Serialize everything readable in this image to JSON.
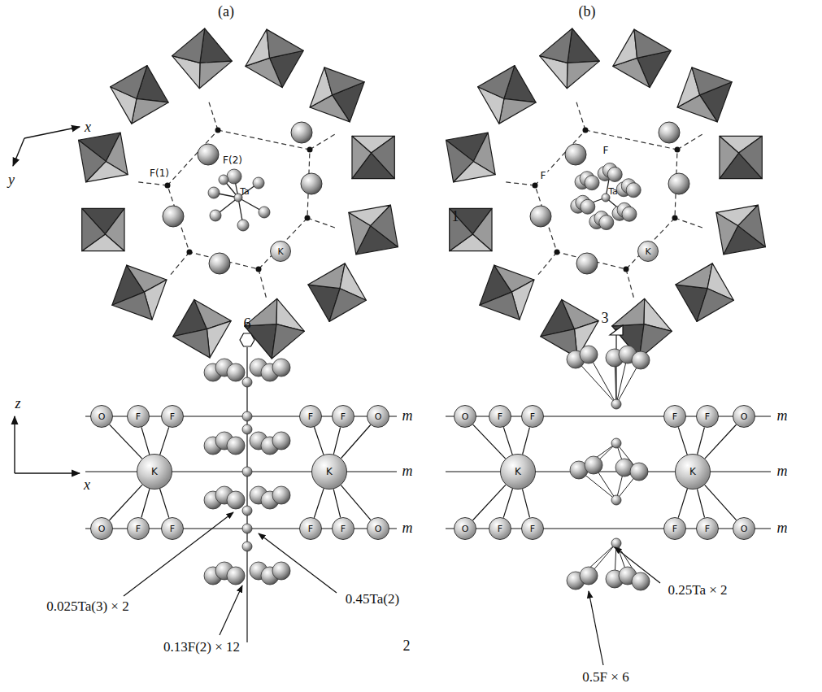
{
  "diagram": {
    "nodes": [
      {
        "text": [
          "K"
        ]
      },
      {
        "text": [
          "K"
        ]
      },
      {
        "text": [
          "O"
        ]
      },
      {
        "text": [
          "F"
        ]
      },
      {
        "text": [
          "F"
        ]
      },
      {
        "text": [
          "F"
        ]
      },
      {
        "text": [
          "F"
        ]
      },
      {
        "text": [
          "O"
        ]
      },
      {
        "text": [
          "K"
        ]
      },
      {
        "text": [
          "K"
        ]
      },
      {
        "text": [
          "O"
        ]
      },
      {
        "text": [
          "F"
        ]
      },
      {
        "text": [
          "F"
        ]
      },
      {
        "text": [
          "F"
        ]
      },
      {
        "text": [
          "F"
        ]
      },
      {
        "text": [
          "O"
        ]
      },
      {
        "text": [
          "O"
        ]
      },
      {
        "text": [
          "F"
        ]
      },
      {
        "text": [
          "F"
        ]
      },
      {
        "text": [
          "F"
        ]
      },
      {
        "text": [
          "F"
        ]
      },
      {
        "text": [
          "O"
        ]
      },
      {
        "text": [
          "K"
        ]
      },
      {
        "text": [
          "K"
        ]
      },
      {
        "text": [
          "O"
        ]
      },
      {
        "text": [
          "F"
        ]
      },
      {
        "text": [
          "F"
        ]
      },
      {
        "text": [
          "F"
        ]
      },
      {
        "text": [
          "F"
        ]
      },
      {
        "text": [
          "O"
        ]
      }
    ],
    "edges": [
      {
        "from": 8,
        "to": 2,
        "arrow": "none"
      },
      {
        "from": 8,
        "to": 3,
        "arrow": "none"
      },
      {
        "from": 8,
        "to": 4,
        "arrow": "none"
      },
      {
        "from": 8,
        "to": 10,
        "arrow": "none"
      },
      {
        "from": 8,
        "to": 11,
        "arrow": "none"
      },
      {
        "from": 8,
        "to": 12,
        "arrow": "none"
      },
      {
        "from": 9,
        "to": 5,
        "arrow": "none"
      },
      {
        "from": 9,
        "to": 6,
        "arrow": "none"
      },
      {
        "from": 9,
        "to": 7,
        "arrow": "none"
      },
      {
        "from": 9,
        "to": 13,
        "arrow": "none"
      },
      {
        "from": 9,
        "to": 14,
        "arrow": "none"
      },
      {
        "from": 9,
        "to": 15,
        "arrow": "none"
      },
      {
        "from": 22,
        "to": 16,
        "arrow": "none"
      },
      {
        "from": 22,
        "to": 17,
        "arrow": "none"
      },
      {
        "from": 22,
        "to": 18,
        "arrow": "none"
      },
      {
        "from": 22,
        "to": 24,
        "arrow": "none"
      },
      {
        "from": 22,
        "to": 25,
        "arrow": "none"
      },
      {
        "from": 22,
        "to": 26,
        "arrow": "none"
      },
      {
        "from": 23,
        "to": 19,
        "arrow": "none"
      },
      {
        "from": 23,
        "to": 20,
        "arrow": "none"
      },
      {
        "from": 23,
        "to": 21,
        "arrow": "none"
      },
      {
        "from": 23,
        "to": 27,
        "arrow": "none"
      },
      {
        "from": 23,
        "to": 28,
        "arrow": "none"
      },
      {
        "from": 23,
        "to": 29,
        "arrow": "none"
      }
    ],
    "labels": [
      "(a)",
      "(b)",
      "x",
      "y",
      "F(1)",
      "F(2)",
      "Ta",
      "F",
      "Ta",
      "1",
      "6",
      "3",
      "z",
      "x",
      "m",
      "m",
      "m",
      "m",
      "m",
      "m",
      "0.025Ta(3) × 2",
      "0.45Ta(2)",
      "0.13F(2) × 12",
      "2",
      "0.25Ta × 2",
      "0.5F × 6",
      "F"
    ]
  }
}
